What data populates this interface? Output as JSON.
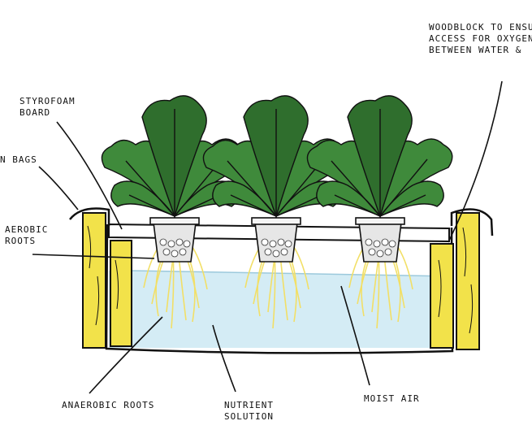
{
  "labels": {
    "styrofoam": "STYROFOAM\nBOARD",
    "bags": "N BAGS",
    "aerobic": "AEROBIC\nROOTS",
    "woodblock": "WOODBLOCK TO ENSURE\nACCESS FOR OXYGEN\nBETWEEN WATER &",
    "anaerobic": "ANAEROBIC ROOTS",
    "nutrient": "NUTRIENT\nSOLUTION",
    "moist_air": "MOIST AIR"
  },
  "colors": {
    "water": "#d4ecf5",
    "wood": "#f2e24a",
    "leaf": "#3f8a3b",
    "leaf_dark": "#2f6e2d",
    "root": "#f2df66",
    "pot": "#dcdcdc",
    "ink": "#111111"
  }
}
